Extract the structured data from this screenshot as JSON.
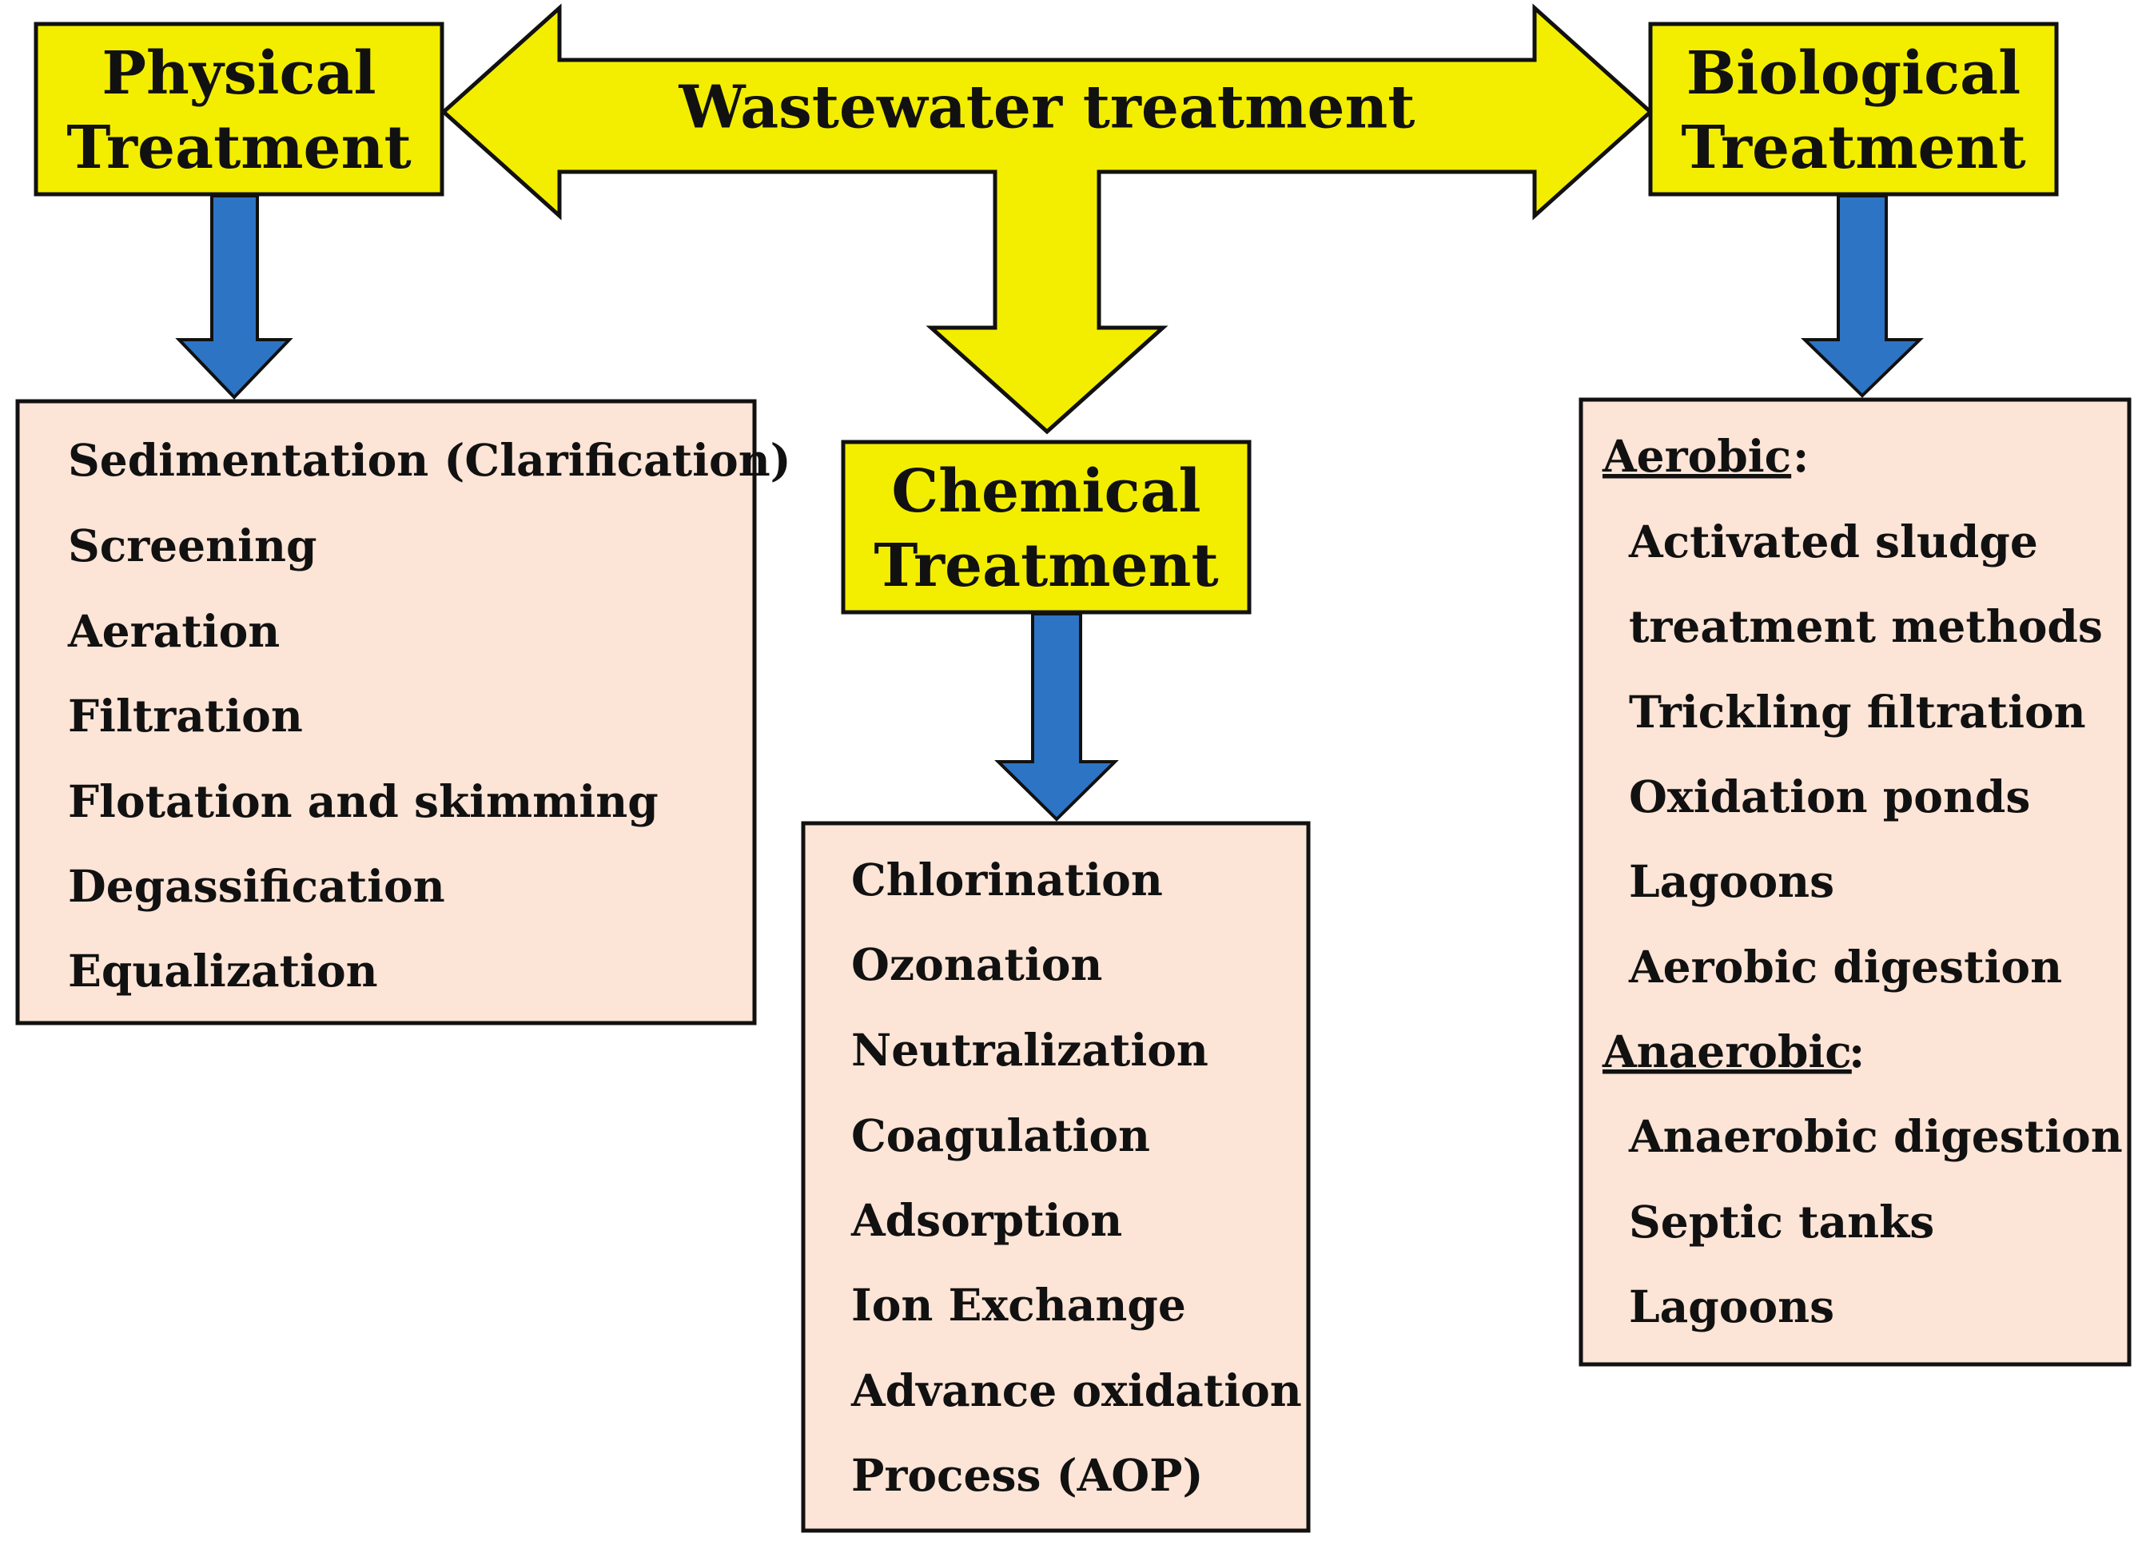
{
  "colors": {
    "yellow": "#f3ee00",
    "blue_arrow": "#2e74c4",
    "box_fill": "#fce4d6",
    "outline": "#111111"
  },
  "center": {
    "title": "Wastewater treatment"
  },
  "physical": {
    "title_line1": "Physical",
    "title_line2": "Treatment",
    "items": [
      "Sedimentation (Clarification)",
      "Screening",
      "Aeration",
      "Filtration",
      "Flotation and skimming",
      "Degassification",
      "Equalization"
    ]
  },
  "chemical": {
    "title_line1": "Chemical",
    "title_line2": "Treatment",
    "items": [
      "Chlorination",
      "Ozonation",
      "Neutralization",
      "Coagulation",
      "Adsorption",
      "Ion Exchange",
      "Advance oxidation",
      "Process (AOP)"
    ]
  },
  "biological": {
    "title_line1": "Biological",
    "title_line2": "Treatment",
    "aerobic_label": "Aerobic",
    "aerobic_colon": ":",
    "aerobic_items": [
      "Activated sludge",
      "treatment methods",
      "Trickling filtration",
      "Oxidation ponds",
      "Lagoons",
      "Aerobic digestion"
    ],
    "anaerobic_label": "Anaerobic",
    "anaerobic_colon": ":",
    "anaerobic_items": [
      "Anaerobic digestion",
      "Septic tanks",
      "Lagoons"
    ]
  }
}
